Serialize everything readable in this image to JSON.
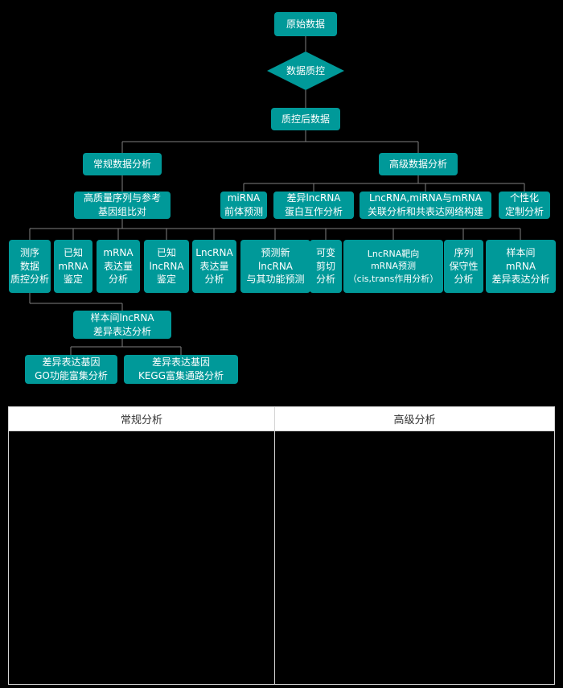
{
  "flowchart": {
    "nodes": {
      "raw_data": "原始数据",
      "data_qc": "数据质控",
      "post_qc_data": "质控后数据",
      "regular_analysis": "常规数据分析",
      "advanced_analysis": "高级数据分析",
      "alignment": "高质量序列与参考\n基因组比对",
      "mirna_precursor": "miRNA\n前体预测",
      "diff_lncrna_protein": "差异lncRNA\n蛋白互作分析",
      "network": "LncRNA,miRNA与mRNA\n关联分析和共表达网络构建",
      "custom": "个性化\n定制分析",
      "seq_qc": "测序\n数据\n质控分析",
      "known_mrna": "已知\nmRNA\n鉴定",
      "mrna_expr": "mRNA\n表达量\n分析",
      "known_lncrna": "已知\nlncRNA\n鉴定",
      "lncrna_expr": "LncRNA\n表达量\n分析",
      "novel_lncrna": "预测新\nlncRNA\n与其功能预测",
      "alt_splicing": "可变\n剪切\n分析",
      "lncrna_target": "LncRNA靶向\nmRNA预测\n（cis,trans作用分析）",
      "conservation": "序列\n保守性\n分析",
      "mrna_diff": "样本间\nmRNA\n差异表达分析",
      "lncrna_diff": "样本间lncRNA\n差异表达分析",
      "go_enrichment": "差异表达基因\nGO功能富集分析",
      "kegg_enrichment": "差异表达基因\nKEGG富集通路分析"
    }
  },
  "table": {
    "headers": [
      "常规分析",
      "高级分析"
    ]
  },
  "colors": {
    "node_fill": "#009999",
    "node_text": "#ffffff",
    "connector": "#808080",
    "table_border": "#d4d4d4",
    "table_header_bg": "#ffffff",
    "table_header_text": "#333333"
  }
}
